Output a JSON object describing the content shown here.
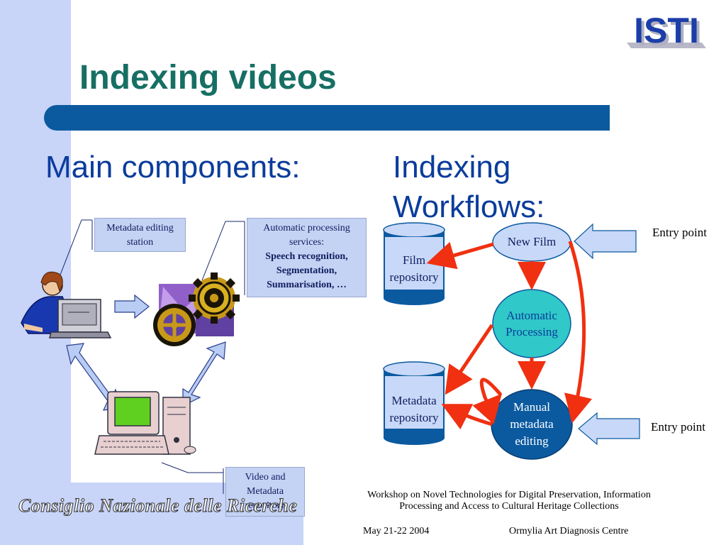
{
  "title": "Indexing videos",
  "main_components_heading": "Main components:",
  "indexing_workflows_heading": "Indexing Workflows:",
  "callouts": {
    "metadata_editing": "Metadata editing station",
    "automatic_intro": "Automatic processing services:",
    "automatic_bold_1": "Speech recognition,",
    "automatic_bold_2": "Segmentation,",
    "automatic_bold_3": "Summarisation, …",
    "video_repo_1": "Video and",
    "video_repo_2": "Metadata",
    "video_repo_3": "repository"
  },
  "workflow": {
    "film_repo_1": "Film",
    "film_repo_2": "repository",
    "metadata_repo_1": "Metadata",
    "metadata_repo_2": "repository",
    "new_film": "New Film",
    "auto_proc_1": "Automatic",
    "auto_proc_2": "Processing",
    "manual_1": "Manual",
    "manual_2": "metadata",
    "manual_3": "editing",
    "entry_point_top": "Entry point",
    "entry_point_bottom": "Entry point"
  },
  "footer": {
    "workshop_line1": "Workshop on Novel Technologies for Digital Preservation, Information",
    "workshop_line2": "Processing and Access to Cultural Heritage Collections",
    "date": "May 21-22 2004",
    "venue": "Ormylia Art Diagnosis Centre"
  },
  "logos": {
    "isti": "ISTI",
    "cnr": "Consiglio Nazionale delle Ricerche"
  },
  "colors": {
    "title": "#176f64",
    "heading": "#0b3c9c",
    "title_bar": "#0b5aa0",
    "side_band": "#c8d4f8",
    "arrow_red": "#f03010",
    "repo_blue": "#0b5aa0",
    "node_blue": "#0b5aa0",
    "node_teal": "#30c8c8",
    "node_light": "#c8d8f8"
  },
  "icons": [
    "person-at-computer-icon",
    "gears-icon",
    "desktop-computer-icon",
    "double-arrow-icon",
    "block-arrow-icon"
  ]
}
